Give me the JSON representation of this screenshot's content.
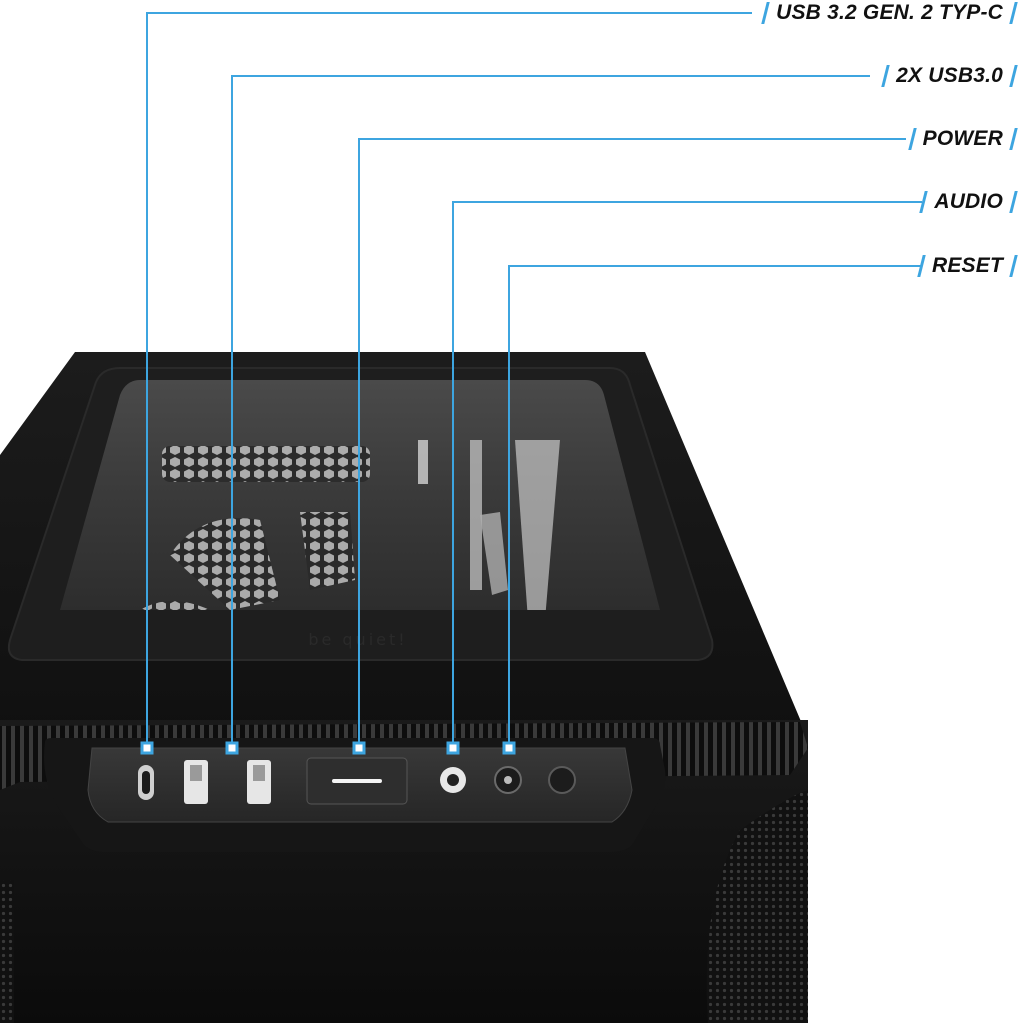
{
  "callouts": [
    {
      "id": "usb-c",
      "label": "USB 3.2 GEN. 2 TYP-C"
    },
    {
      "id": "usb3",
      "label": "2X USB3.0"
    },
    {
      "id": "power",
      "label": "POWER"
    },
    {
      "id": "audio",
      "label": "AUDIO"
    },
    {
      "id": "reset",
      "label": "RESET"
    }
  ],
  "engraving": "be quiet!",
  "colors": {
    "accent": "#3da5e0",
    "case": "#141414",
    "panel": "#2b2b2b",
    "text": "#111111",
    "background": "#ffffff"
  }
}
